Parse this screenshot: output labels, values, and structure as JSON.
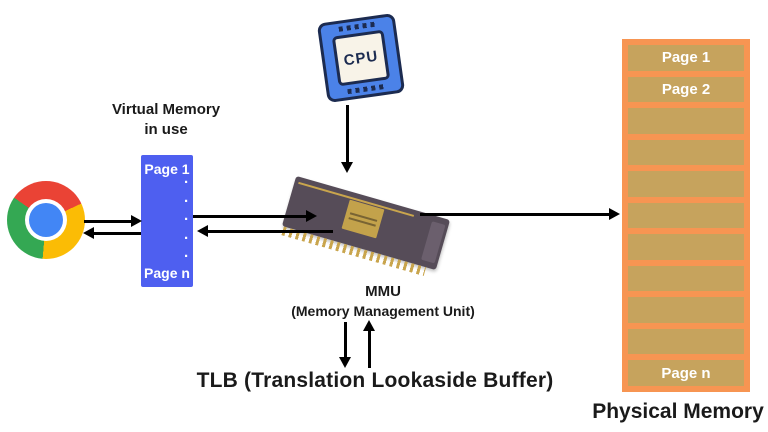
{
  "virtual_memory": {
    "label_line1": "Virtual Memory",
    "label_line2": "in use",
    "top_cell": "Page 1",
    "bottom_cell": "Page n",
    "dots": [
      "·",
      "·",
      "·",
      "·",
      "·"
    ]
  },
  "cpu": {
    "label": "CPU"
  },
  "mmu": {
    "name": "MMU",
    "subtitle": "(Memory Management Unit)"
  },
  "tlb": {
    "label": "TLB (Translation Lookaside Buffer)"
  },
  "physical_memory": {
    "label": "Physical Memory",
    "rows": [
      "Page 1",
      "Page 2",
      "",
      "",
      "",
      "",
      "",
      "",
      "",
      "",
      "Page n"
    ]
  },
  "colors": {
    "vm_blue": "#4e5ff0",
    "pm_orange": "#f79552",
    "pm_row_tan": "#c6a35d",
    "cpu_blue": "#4b82e8",
    "cpu_navy": "#1c2b50",
    "chip_purple": "#564c58",
    "chip_gold": "#c3a24b",
    "arrow_black": "#000000",
    "chrome_red": "#ea4335",
    "chrome_yellow": "#fbbc05",
    "chrome_green": "#34a853",
    "chrome_blue": "#4286f5",
    "text_white": "#ffffff",
    "text_black": "#1a1a1a"
  }
}
